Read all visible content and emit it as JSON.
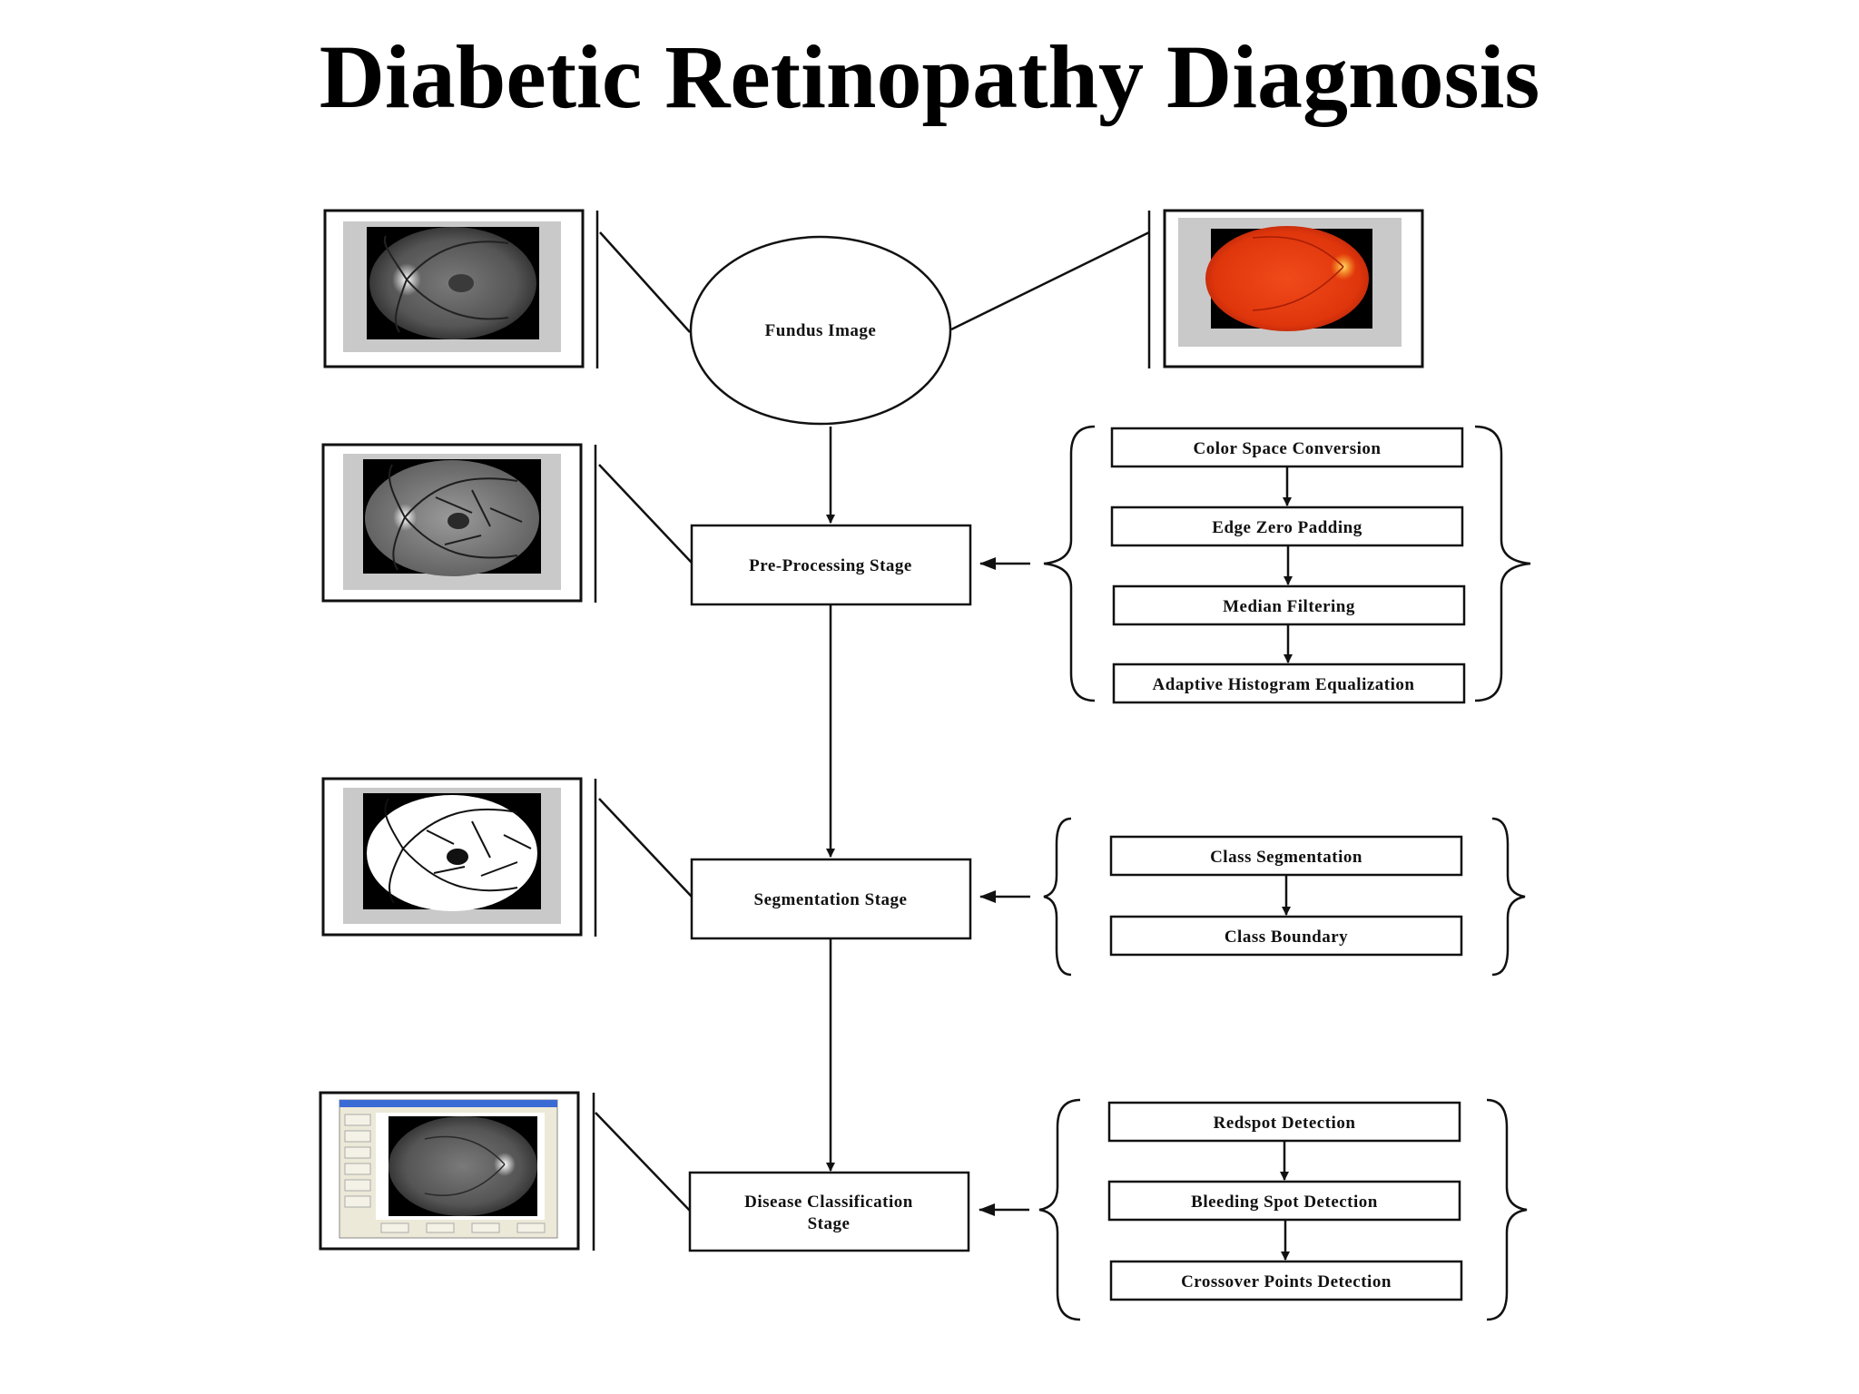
{
  "title": "Diabetic Retinopathy Diagnosis",
  "nodes": {
    "fundus": "Fundus Image",
    "preprocessing": "Pre-Processing Stage",
    "segmentation": "Segmentation Stage",
    "classification_line1": "Disease Classification",
    "classification_line2": "Stage"
  },
  "preprocessing_steps": [
    "Color Space Conversion",
    "Edge Zero Padding",
    "Median Filtering",
    "Adaptive Histogram Equalization"
  ],
  "segmentation_steps": [
    "Class Segmentation",
    "Class Boundary"
  ],
  "classification_steps": [
    "Redspot Detection",
    "Bleeding Spot Detection",
    "Crossover Points Detection"
  ],
  "thumbnails": [
    "grayscale-fundus-image",
    "red-color-fundus-image",
    "preprocessed-fundus-image",
    "segmented-vessel-image",
    "classification-software-window"
  ]
}
